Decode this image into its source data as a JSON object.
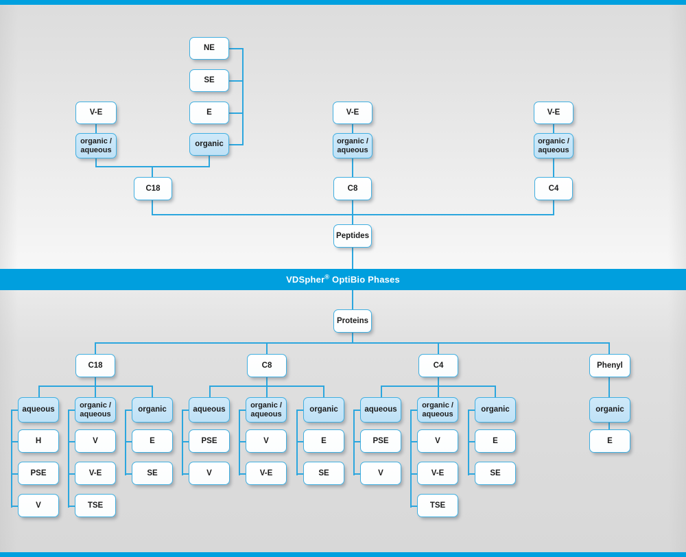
{
  "meta": {
    "accent_blue": "#00A0DF",
    "line_blue": "#2BA6DE",
    "box_border": "#3FAEE0",
    "box_fill_highlight": "#cfe9f9",
    "background": "#e6e6e6"
  },
  "banner": {
    "brand": "VDSpher",
    "registered": "®",
    "rest": " OptiBio Phases"
  },
  "roots": {
    "peptides": "Peptides",
    "proteins": "Proteins"
  },
  "peptides_section": {
    "columns": [
      {
        "phase": "C18",
        "modes": [
          {
            "label_line1": "organic /",
            "label_line2": "aqueous",
            "highlight": true,
            "children": [
              "V-E"
            ]
          },
          {
            "label_line1": "organic",
            "label_line2": "",
            "highlight": true,
            "children": [
              "NE",
              "SE",
              "E"
            ]
          }
        ]
      },
      {
        "phase": "C8",
        "modes": [
          {
            "label_line1": "organic /",
            "label_line2": "aqueous",
            "highlight": true,
            "children": [
              "V-E"
            ]
          }
        ]
      },
      {
        "phase": "C4",
        "modes": [
          {
            "label_line1": "organic /",
            "label_line2": "aqueous",
            "highlight": true,
            "children": [
              "V-E"
            ]
          }
        ]
      }
    ]
  },
  "proteins_section": {
    "columns": [
      {
        "phase": "C18",
        "modes": [
          {
            "label_line1": "aqueous",
            "label_line2": "",
            "highlight": true,
            "children": [
              "H",
              "PSE",
              "V"
            ]
          },
          {
            "label_line1": "organic /",
            "label_line2": "aqueous",
            "highlight": true,
            "children": [
              "V",
              "V-E",
              "TSE"
            ]
          },
          {
            "label_line1": "organic",
            "label_line2": "",
            "highlight": true,
            "children": [
              "E",
              "SE"
            ]
          }
        ]
      },
      {
        "phase": "C8",
        "modes": [
          {
            "label_line1": "aqueous",
            "label_line2": "",
            "highlight": true,
            "children": [
              "PSE",
              "V"
            ]
          },
          {
            "label_line1": "organic /",
            "label_line2": "aqueous",
            "highlight": true,
            "children": [
              "V",
              "V-E"
            ]
          },
          {
            "label_line1": "organic",
            "label_line2": "",
            "highlight": true,
            "children": [
              "E",
              "SE"
            ]
          }
        ]
      },
      {
        "phase": "C4",
        "modes": [
          {
            "label_line1": "aqueous",
            "label_line2": "",
            "highlight": true,
            "children": [
              "PSE",
              "V"
            ]
          },
          {
            "label_line1": "organic /",
            "label_line2": "aqueous",
            "highlight": true,
            "children": [
              "V",
              "V-E",
              "TSE"
            ]
          },
          {
            "label_line1": "organic",
            "label_line2": "",
            "highlight": true,
            "children": [
              "E",
              "SE"
            ]
          }
        ]
      },
      {
        "phase": "Phenyl",
        "modes": [
          {
            "label_line1": "organic",
            "label_line2": "",
            "highlight": true,
            "children": [
              "E"
            ]
          }
        ]
      }
    ]
  }
}
